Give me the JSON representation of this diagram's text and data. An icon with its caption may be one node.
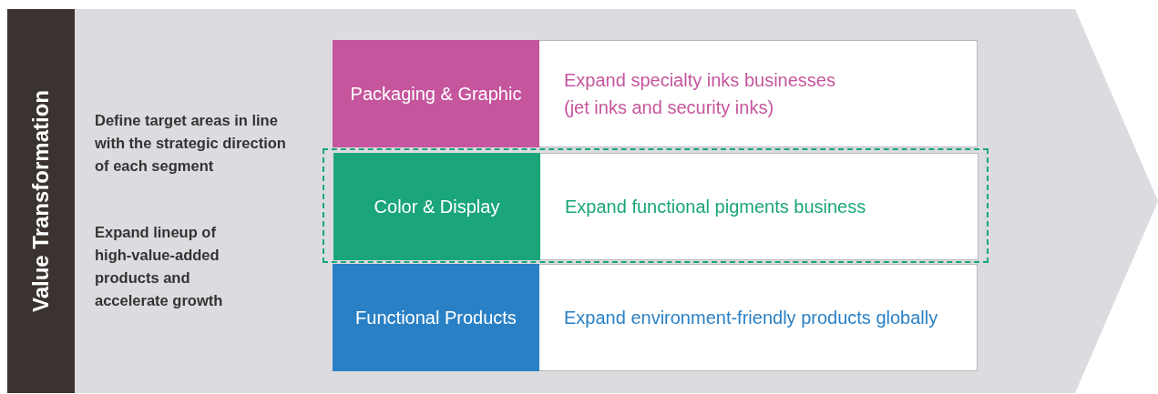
{
  "diagram": {
    "nodes": [
      {
        "text": [
          "Value Transformation"
        ]
      },
      {
        "text": [
          "Define target areas in line with the strategic direction of each segment",
          "Expand lineup of high-value-added products and accelerate growth"
        ]
      },
      {
        "text": [
          "Packaging & Graphic"
        ],
        "in": 1
      },
      {
        "text": [
          "Expand specialty inks businesses (jet inks and security inks)"
        ],
        "in": 1
      },
      {
        "text": [],
        "shape": "box",
        "in": 1
      },
      {
        "text": [
          "Color & Display"
        ],
        "in": 4
      },
      {
        "text": [
          "Expand functional pigments business"
        ],
        "in": 4
      },
      {
        "text": [
          "Functional Products"
        ],
        "in": 1
      },
      {
        "text": [
          "Expand environment-friendly products globally"
        ],
        "in": 1
      }
    ]
  }
}
